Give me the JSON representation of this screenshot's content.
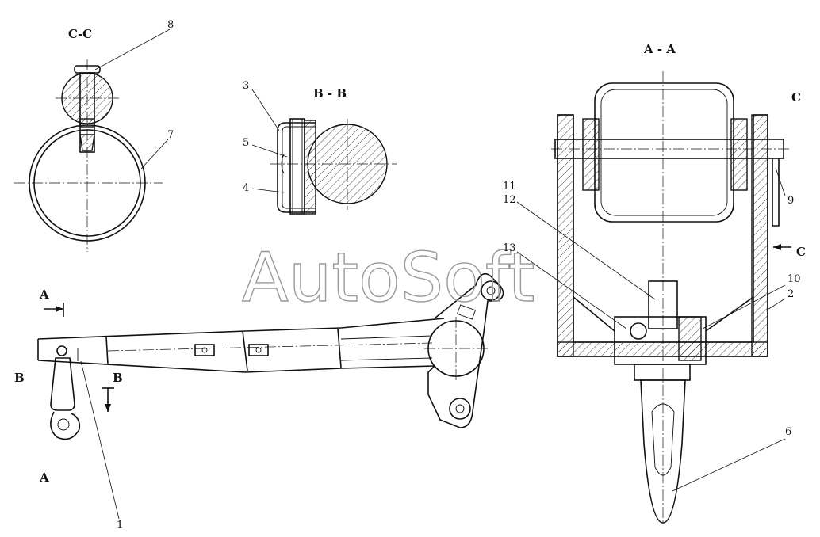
{
  "watermark": "AutoSoft",
  "sections": {
    "cc": "C-C",
    "bb": "B - B",
    "aa": "A - A",
    "c_top": "C",
    "c_arrow": "C",
    "a_arrow": "A",
    "a_bottom": "A",
    "b_left": "B",
    "b_right": "B"
  },
  "callouts": {
    "n1": "1",
    "n2": "2",
    "n3": "3",
    "n4": "4",
    "n5": "5",
    "n6": "6",
    "n7": "7",
    "n8": "8",
    "n9": "9",
    "n10": "10",
    "n11": "11",
    "n12": "12",
    "n13": "13"
  }
}
